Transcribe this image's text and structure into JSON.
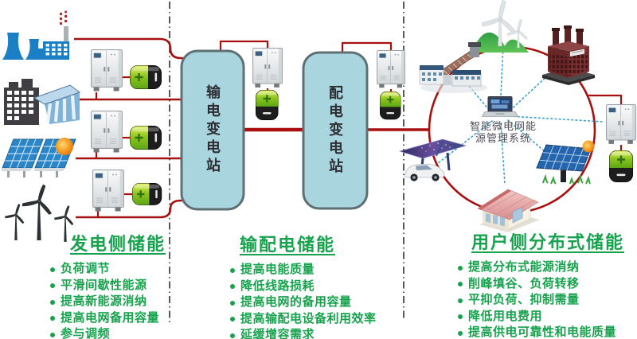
{
  "colors": {
    "accent_red": "#a80f0f",
    "green": "#17a24d",
    "box_fill": "#a9d5df",
    "box_border": "#5f7075",
    "dotted_blue": "#3ba2cc",
    "battery_green": "#8fc61f",
    "dark_text": "#2d2d33"
  },
  "substations": {
    "transmission": "输电变电站",
    "distribution": "配电变电站"
  },
  "microgrid_center": {
    "line1": "智能微电网能",
    "line2": "源管理系统"
  },
  "sections": [
    {
      "heading": "发电侧储能",
      "bullets": [
        "负荷调节",
        "平滑间歇性能源",
        "提高新能源消纳",
        "提高电网备用容量",
        "参与调频"
      ]
    },
    {
      "heading": "输配电储能",
      "bullets": [
        "提高电能质量",
        "降低线路损耗",
        "提高电网的备用容量",
        "提高输配电设备利用效率",
        "延缓增容需求"
      ]
    },
    {
      "heading": "用户侧分布式储能",
      "bullets": [
        "提高分布式能源消纳",
        "削峰填谷、负荷转移",
        "平抑负荷、抑制需量",
        "降低用电费用",
        "提高供电可靠性和电能质量"
      ]
    }
  ],
  "icons": {
    "generation_side": [
      "thermal-power-plant-icon",
      "hydro-dam-building-icon",
      "solar-array-icon",
      "sun-icon",
      "wind-farm-icon"
    ],
    "storage_units": [
      "converter-cabinet-icon",
      "battery-icon"
    ],
    "microgrid_nodes": [
      "wind-hill-icon",
      "brick-factory-icon",
      "industrial-plant-icon",
      "ev-solar-carport-icon",
      "solar-panel-icon",
      "house-icon",
      "laptop-icon",
      "sun-icon"
    ]
  }
}
